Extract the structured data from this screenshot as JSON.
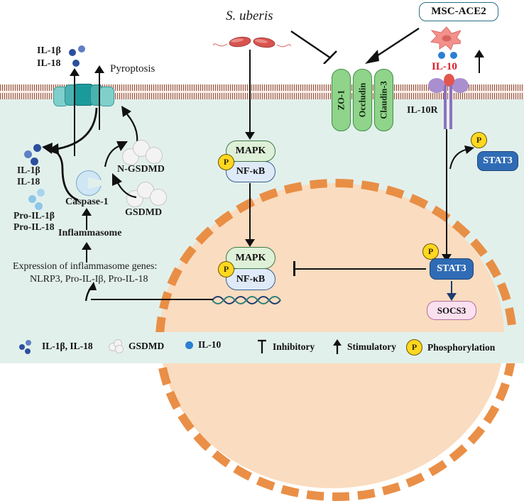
{
  "figure": {
    "title": "S. uberis / MSC-ACE2 IL-10 signaling pathway in mammary epithelial cells",
    "colors": {
      "cytoplasm": "#e2f0ec",
      "nucleus_fill": "#fadcc0",
      "nucleus_border": "#e98a3e",
      "membrane": "#8c5a4a",
      "mapk_box": "#dff0d8",
      "nfkb_box": "#dfeaf8",
      "stat3_box": "#2f6cb5",
      "socs3_box": "#fbe0ef",
      "tight_junction": "#8fd48a",
      "phospho_badge": "#ffd81f",
      "il10_text": "#d81f2a",
      "il10_dot": "#2b7fd4",
      "bacteria": "#d9534f",
      "receptor": "#a98fd0"
    }
  },
  "extracellular": {
    "pathogen_label": "S. uberis",
    "therapy_label": "MSC-ACE2",
    "il10_label": "IL-10",
    "pyroptosis_label": "Pyroptosis",
    "released_cytokines_line1": "IL-1β",
    "released_cytokines_line2": "IL-18"
  },
  "membrane": {
    "receptor_label": "IL-10R",
    "tight_junctions": [
      {
        "label": "ZO-1"
      },
      {
        "label": "Occludin"
      },
      {
        "label": "Claudin-3"
      }
    ]
  },
  "cytoplasm": {
    "mature_cytokines_line1": "IL-1β",
    "mature_cytokines_line2": "IL-18",
    "pro_cytokines_line1": "Pro-IL-1β",
    "pro_cytokines_line2": "Pro-IL-18",
    "caspase_label": "Caspase-1",
    "inflammasome_label": "Inflammasome",
    "gsdmd_label": "GSDMD",
    "n_gsdmd_label": "N-GSDMD",
    "gene_expression_line1": "Expression of inflammasome genes:",
    "gene_expression_line2": "NLRP3, Pro-IL-Iβ, Pro-IL-18",
    "mapk_label": "MAPK",
    "nfkb_label": "NF-κB",
    "stat3_label": "STAT3",
    "phospho_label": "P"
  },
  "nucleus": {
    "mapk_label": "MAPK",
    "nfkb_label": "NF-κB",
    "stat3_label": "STAT3",
    "socs3_label": "SOCS3",
    "phospho_label": "P"
  },
  "legend": {
    "items": [
      {
        "icon": "cytokine-dots-icon",
        "label": "IL-1β, IL-18"
      },
      {
        "icon": "gsdmd-icon",
        "label": "GSDMD"
      },
      {
        "icon": "il10-dot-icon",
        "label": "IL-10"
      },
      {
        "icon": "inhibitory-icon",
        "label": "Inhibitory"
      },
      {
        "icon": "stimulatory-icon",
        "label": "Stimulatory"
      },
      {
        "icon": "phosphorylation-icon",
        "label": "Phosphorylation"
      }
    ]
  }
}
